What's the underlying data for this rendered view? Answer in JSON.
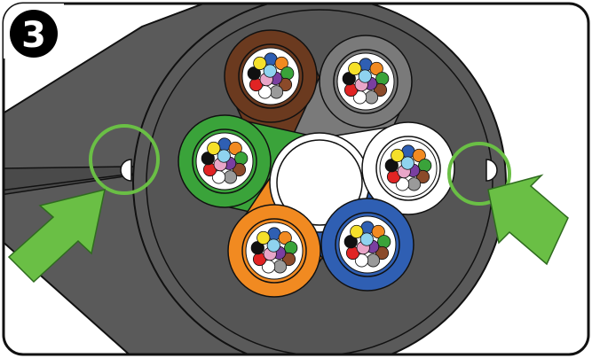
{
  "step": {
    "number": "3",
    "badge_color": "#000000",
    "number_color": "#ffffff"
  },
  "colors": {
    "outline": "#111111",
    "jacket": "#5a5a5a",
    "jacket_face": "#4d4d4d",
    "inner_jacket": "#6b6b6b",
    "core": "#ffffff",
    "highlight_ring": "#6abf45",
    "arrow": "#6abf45",
    "arrow_stroke": "#2f6b1f"
  },
  "buffer_tubes": [
    {
      "name": "brown-tube",
      "color": "#6b3a1f"
    },
    {
      "name": "gray-tube",
      "color": "#7a7a7a"
    },
    {
      "name": "green-tube",
      "color": "#3aa33a"
    },
    {
      "name": "white-tube",
      "color": "#ffffff"
    },
    {
      "name": "orange-tube",
      "color": "#f18a21"
    },
    {
      "name": "blue-tube",
      "color": "#2f5fb3"
    }
  ],
  "fiber_colors": [
    "#2f5fb3",
    "#f18a21",
    "#3aa33a",
    "#8b4a2a",
    "#9a9a9a",
    "#ffffff",
    "#e02424",
    "#111111",
    "#f5e02a",
    "#7a3fa0",
    "#e8a6c8",
    "#8fd3ef"
  ],
  "indicators": [
    {
      "name": "left-notch-marker"
    },
    {
      "name": "right-notch-marker"
    }
  ]
}
